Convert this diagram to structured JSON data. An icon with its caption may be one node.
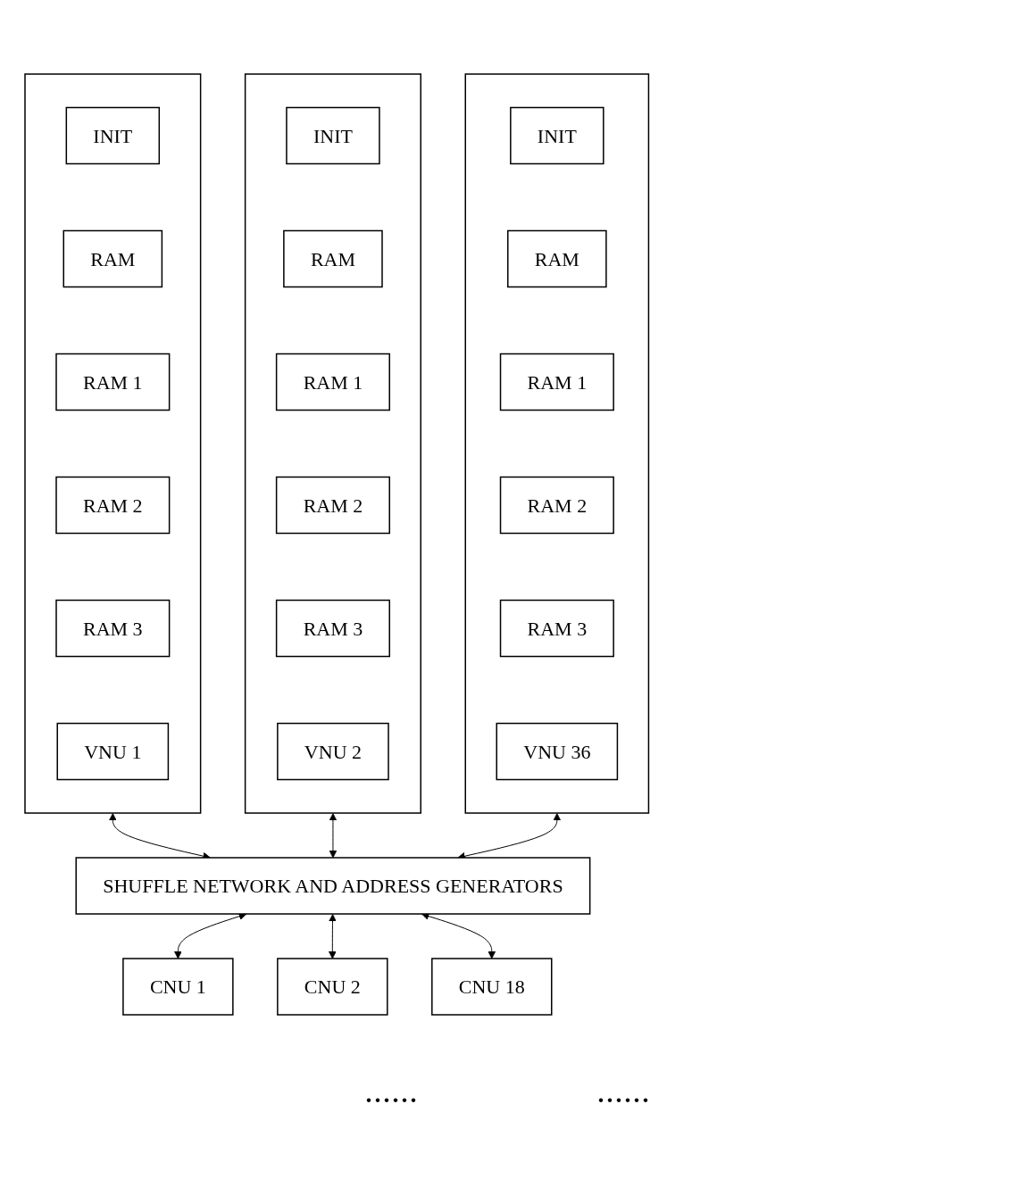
{
  "diagram": {
    "nodes": [
      {
        "text": [],
        "shape": "box"
      },
      {
        "text": [
          "INIT"
        ],
        "in": 0
      },
      {
        "text": [
          "RAM"
        ],
        "in": 0
      },
      {
        "text": [
          "RAM 1"
        ],
        "in": 0
      },
      {
        "text": [
          "RAM 2"
        ],
        "in": 0
      },
      {
        "text": [
          "RAM 3"
        ],
        "in": 0
      },
      {
        "text": [
          "VNU 1"
        ],
        "in": 0
      },
      {
        "text": [],
        "shape": "box"
      },
      {
        "text": [
          "INIT"
        ],
        "in": 7
      },
      {
        "text": [
          "RAM"
        ],
        "in": 7
      },
      {
        "text": [
          "RAM 1"
        ],
        "in": 7
      },
      {
        "text": [
          "RAM 2"
        ],
        "in": 7
      },
      {
        "text": [
          "RAM 3"
        ],
        "in": 7
      },
      {
        "text": [
          "VNU 2"
        ],
        "in": 7
      },
      {
        "text": [],
        "shape": "box"
      },
      {
        "text": [
          "INIT"
        ],
        "in": 14
      },
      {
        "text": [
          "RAM"
        ],
        "in": 14
      },
      {
        "text": [
          "RAM 1"
        ],
        "in": 14
      },
      {
        "text": [
          "RAM 2"
        ],
        "in": 14
      },
      {
        "text": [
          "RAM 3"
        ],
        "in": 14
      },
      {
        "text": [
          "VNU 36"
        ],
        "in": 14
      },
      {
        "text": [
          "SHUFFLE NETWORK AND ADDRESS GENERATORS"
        ]
      },
      {
        "text": [
          "CNU 1"
        ]
      },
      {
        "text": [
          "CNU 2"
        ]
      },
      {
        "text": [
          "CNU 18"
        ]
      }
    ],
    "edges": [
      {
        "from": 0,
        "to": 21,
        "arrow": "both"
      },
      {
        "from": 7,
        "to": 21,
        "arrow": "both"
      },
      {
        "from": 14,
        "to": 21,
        "arrow": "both"
      },
      {
        "from": 21,
        "to": 22,
        "arrow": "both"
      },
      {
        "from": 21,
        "to": 23,
        "arrow": "both"
      },
      {
        "from": 21,
        "to": 24,
        "arrow": "both"
      }
    ],
    "labels": [
      "......",
      "......"
    ]
  }
}
